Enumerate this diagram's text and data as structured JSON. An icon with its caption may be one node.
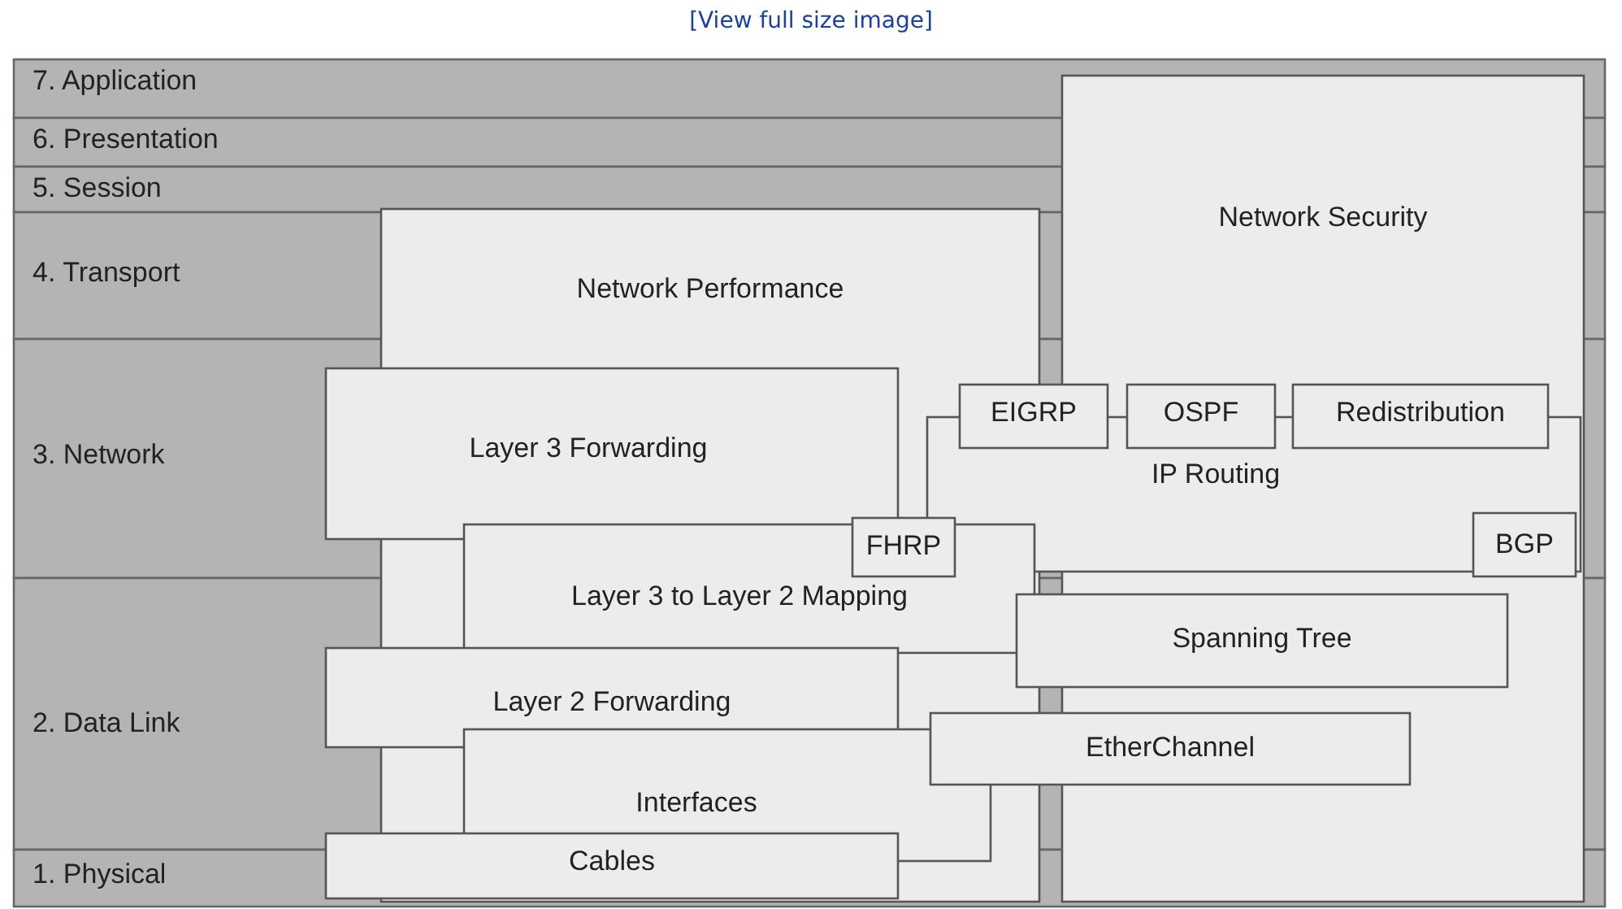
{
  "diagram": {
    "nodes": [
      {
        "text": [
          "7. Application"
        ]
      },
      {
        "text": [
          "6. Presentation"
        ]
      },
      {
        "text": [
          "5. Session"
        ]
      },
      {
        "text": [
          "4. Transport"
        ]
      },
      {
        "text": [
          "3. Network"
        ]
      },
      {
        "text": [
          "2. Data Link"
        ]
      },
      {
        "text": [
          "1. Physical"
        ]
      },
      {
        "text": [
          "Network Security"
        ]
      },
      {
        "text": [
          "Network Performance"
        ]
      },
      {
        "text": [
          "Layer 3 Forwarding"
        ]
      },
      {
        "text": [
          "IP Routing"
        ]
      },
      {
        "text": [
          "EIGRP"
        ]
      },
      {
        "text": [
          "OSPF"
        ]
      },
      {
        "text": [
          "Redistribution"
        ]
      },
      {
        "text": [
          "FHRP"
        ]
      },
      {
        "text": [
          "BGP"
        ]
      },
      {
        "text": [
          "Layer 3 to Layer 2 Mapping"
        ]
      },
      {
        "text": [
          "Spanning Tree"
        ]
      },
      {
        "text": [
          "Layer 2 Forwarding"
        ]
      },
      {
        "text": [
          "EtherChannel"
        ]
      },
      {
        "text": [
          "Interfaces"
        ]
      },
      {
        "text": [
          "Cables"
        ]
      }
    ],
    "edges": [],
    "labels": [
      "[View full size image]"
    ]
  }
}
